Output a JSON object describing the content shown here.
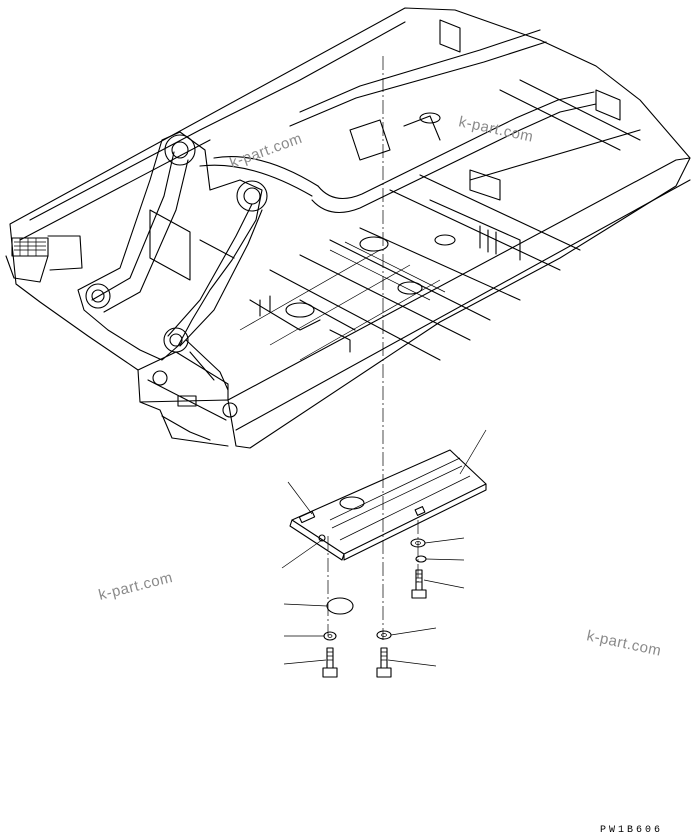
{
  "watermarks": [
    "k-part.com",
    "k-part.com",
    "k-part.com",
    "k-part.com"
  ],
  "drawing_code": "PW1B606"
}
